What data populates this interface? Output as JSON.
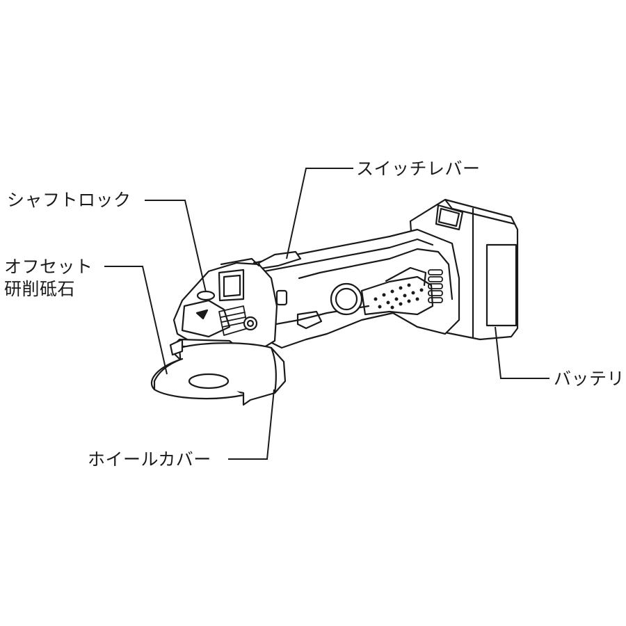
{
  "labels": {
    "switch_lever": "スイッチレバー",
    "shaft_lock": "シャフトロック",
    "offset_wheel_line1": "オフセット",
    "offset_wheel_line2": "研削砥石",
    "battery": "バッテリ",
    "wheel_cover": "ホイールカバー"
  },
  "colors": {
    "line": "#1a1a1a",
    "fill": "#ffffff"
  }
}
